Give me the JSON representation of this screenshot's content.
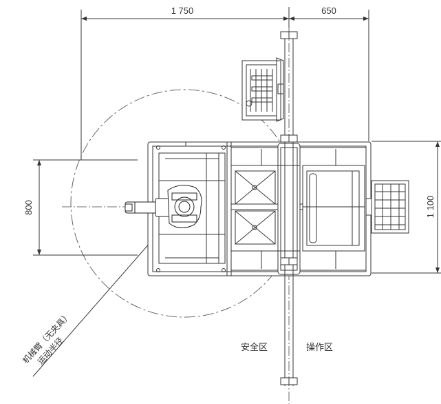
{
  "dimensions": {
    "top_left": "1 750",
    "top_right": "650",
    "left": "800",
    "right": "1 100"
  },
  "zones": {
    "safe": "安全区",
    "operate": "操作区"
  },
  "robot_reach_note": {
    "line1": "机械臂（无夹具）",
    "line2": "运动半径"
  }
}
